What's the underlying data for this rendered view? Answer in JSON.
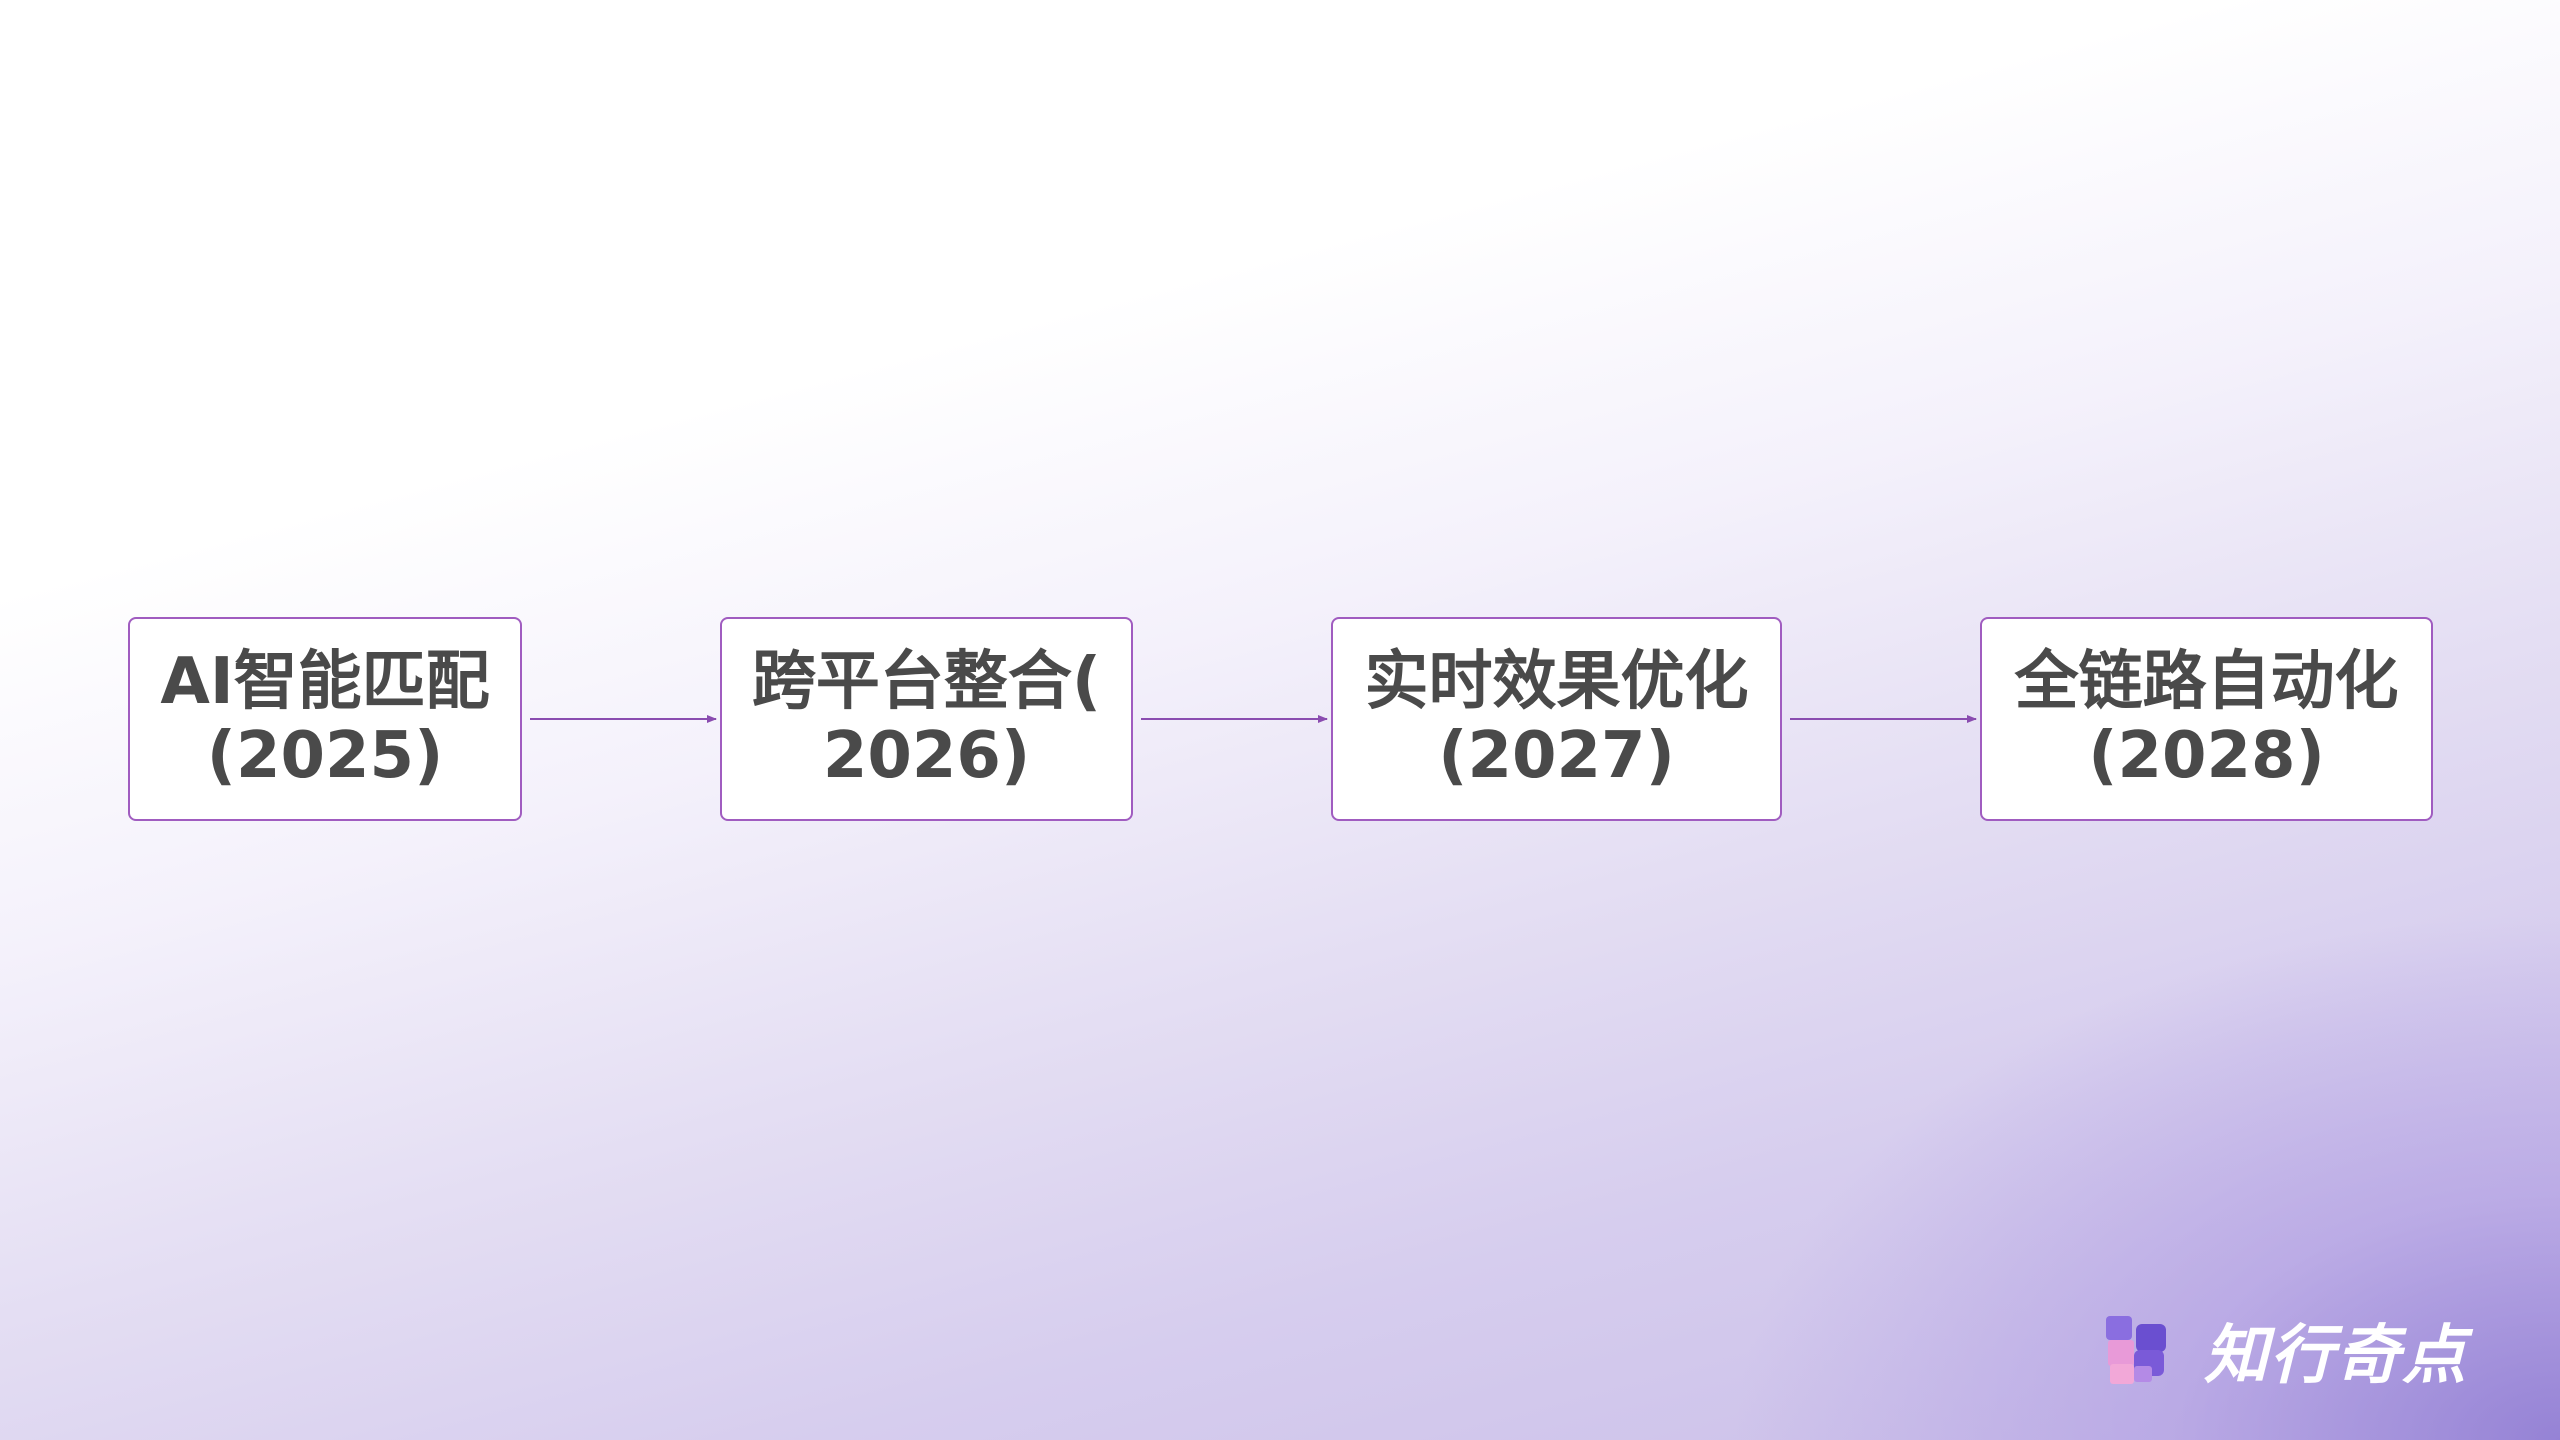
{
  "flow": {
    "nodes": [
      {
        "line1": "AI智能匹配",
        "line2": "(2025)"
      },
      {
        "line1": "跨平台整合(",
        "line2": "2026)"
      },
      {
        "line1": "实时效果优化",
        "line2": "(2027)"
      },
      {
        "line1": "全链路自动化",
        "line2": "(2028)"
      }
    ],
    "colors": {
      "border": "#a05cc0",
      "arrow": "#8a4cb0",
      "text": "#4a4a4a"
    }
  },
  "brand": {
    "name": "知行奇点",
    "logo_icon": "stacked-squares-logo"
  }
}
